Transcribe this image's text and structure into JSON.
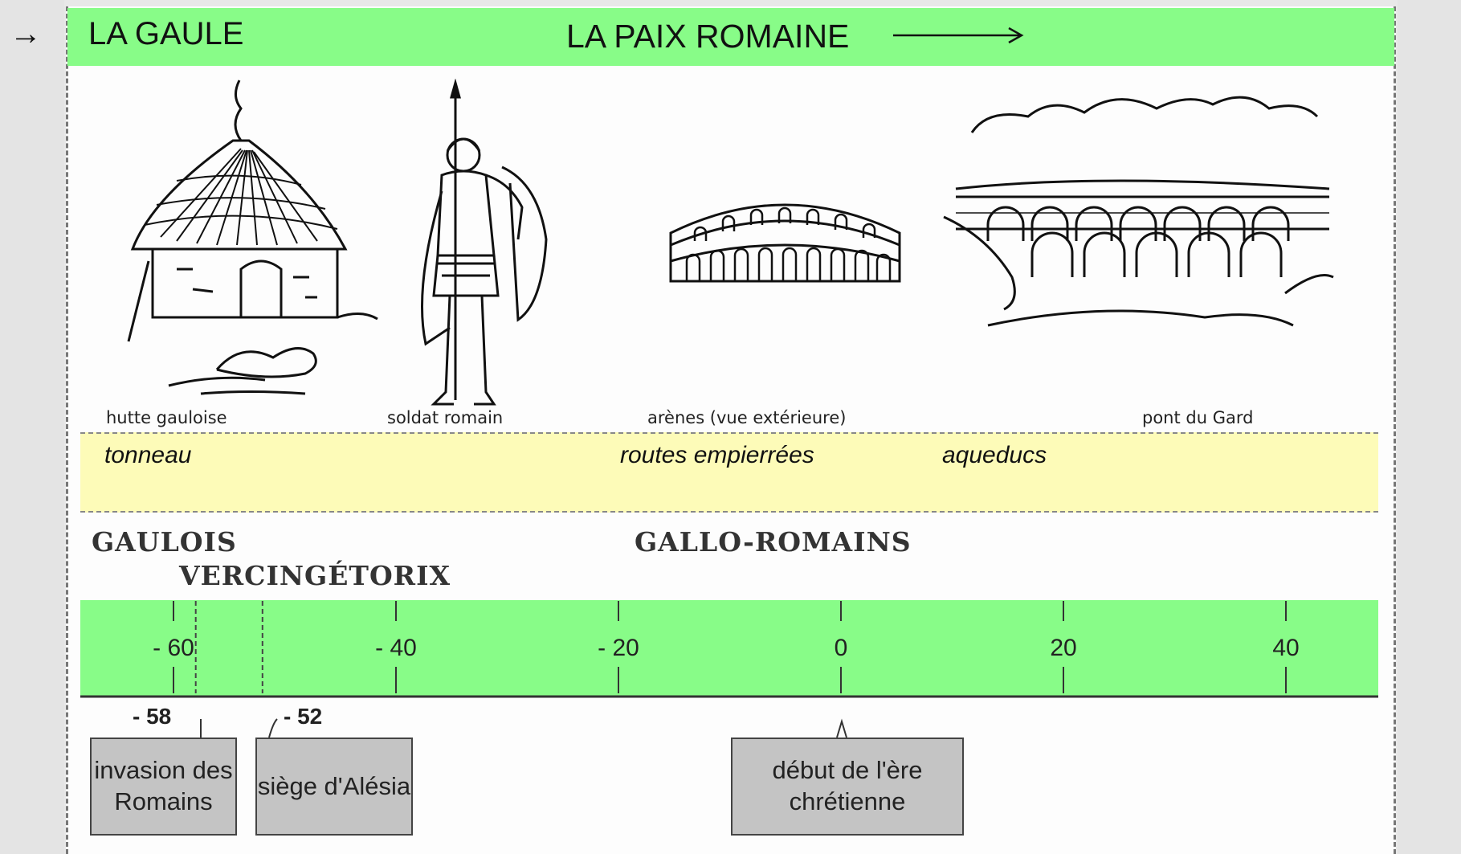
{
  "header": {
    "marker_icon": "right-arrow-icon",
    "left_title": "LA GAULE",
    "center_title": "LA PAIX ROMAINE",
    "arrow_icon": "long-right-arrow-icon",
    "band_color": "#88fc88"
  },
  "illustrations": [
    {
      "icon": "gaulish-hut-drawing",
      "caption": "hutte gauloise"
    },
    {
      "icon": "roman-soldier-drawing",
      "caption": "soldat romain"
    },
    {
      "icon": "arena-drawing",
      "caption": "arènes  (vue extérieure)"
    },
    {
      "icon": "pont-du-gard-drawing",
      "caption": "pont du Gard"
    }
  ],
  "innovations": {
    "band_color": "#fdfbb8",
    "items": [
      "tonneau",
      "routes empierrées",
      "aqueducs"
    ]
  },
  "peoples": {
    "gaulois": "GAULOIS",
    "vercingetorix": "VERCINGÉTORIX",
    "gallo_romains": "GALLO-ROMAINS"
  },
  "timeline": {
    "band_color": "#88fc88",
    "ticks": [
      {
        "value": -60,
        "label": "- 60"
      },
      {
        "value": -40,
        "label": "- 40"
      },
      {
        "value": -20,
        "label": "- 20"
      },
      {
        "value": 0,
        "label": "0"
      },
      {
        "value": 20,
        "label": "20"
      },
      {
        "value": 40,
        "label": "40"
      }
    ],
    "events": [
      {
        "year": -58,
        "date_label": "- 58",
        "text": "invasion des Romains"
      },
      {
        "year": -52,
        "date_label": "- 52",
        "text": "siège d'Alésia"
      },
      {
        "year": 0,
        "date_label": "",
        "text": "début de l'ère chrétienne"
      }
    ]
  }
}
